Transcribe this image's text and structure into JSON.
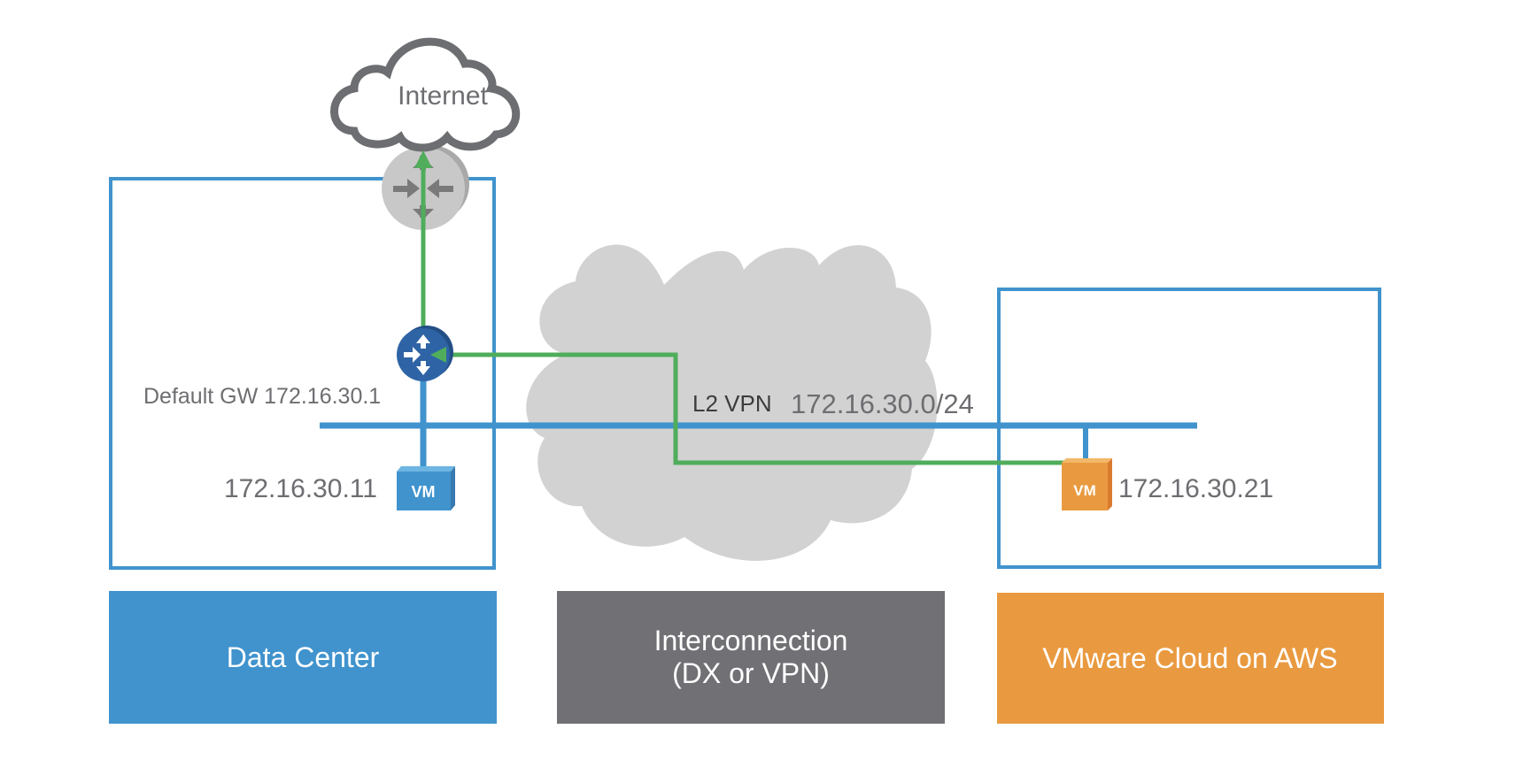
{
  "colors": {
    "blue": "#4093CD",
    "green": "#4FAD5B",
    "orange": "#E99A40",
    "gray_tile": "#717075",
    "cloud_gray": "#D2D2D2",
    "router_blue": "#2E64A6",
    "router_gray": "#C8C8C8",
    "text_gray": "#6D6E71"
  },
  "internet": {
    "label": "Internet"
  },
  "data_center": {
    "gateway_label": "Default GW 172.16.30.1",
    "vm_ip": "172.16.30.11",
    "vm_badge": "VM"
  },
  "interconnect": {
    "l2vpn_prefix": "L2 VPN",
    "l2vpn_subnet": "172.16.30.0/24"
  },
  "cloud_side": {
    "vm_ip": "172.16.30.21",
    "vm_badge": "VM"
  },
  "tiles": [
    {
      "label_lines": [
        "Data Center"
      ]
    },
    {
      "label_lines": [
        "Interconnection",
        "(DX or VPN)"
      ]
    },
    {
      "label_lines": [
        "VMware Cloud on AWS"
      ]
    }
  ]
}
